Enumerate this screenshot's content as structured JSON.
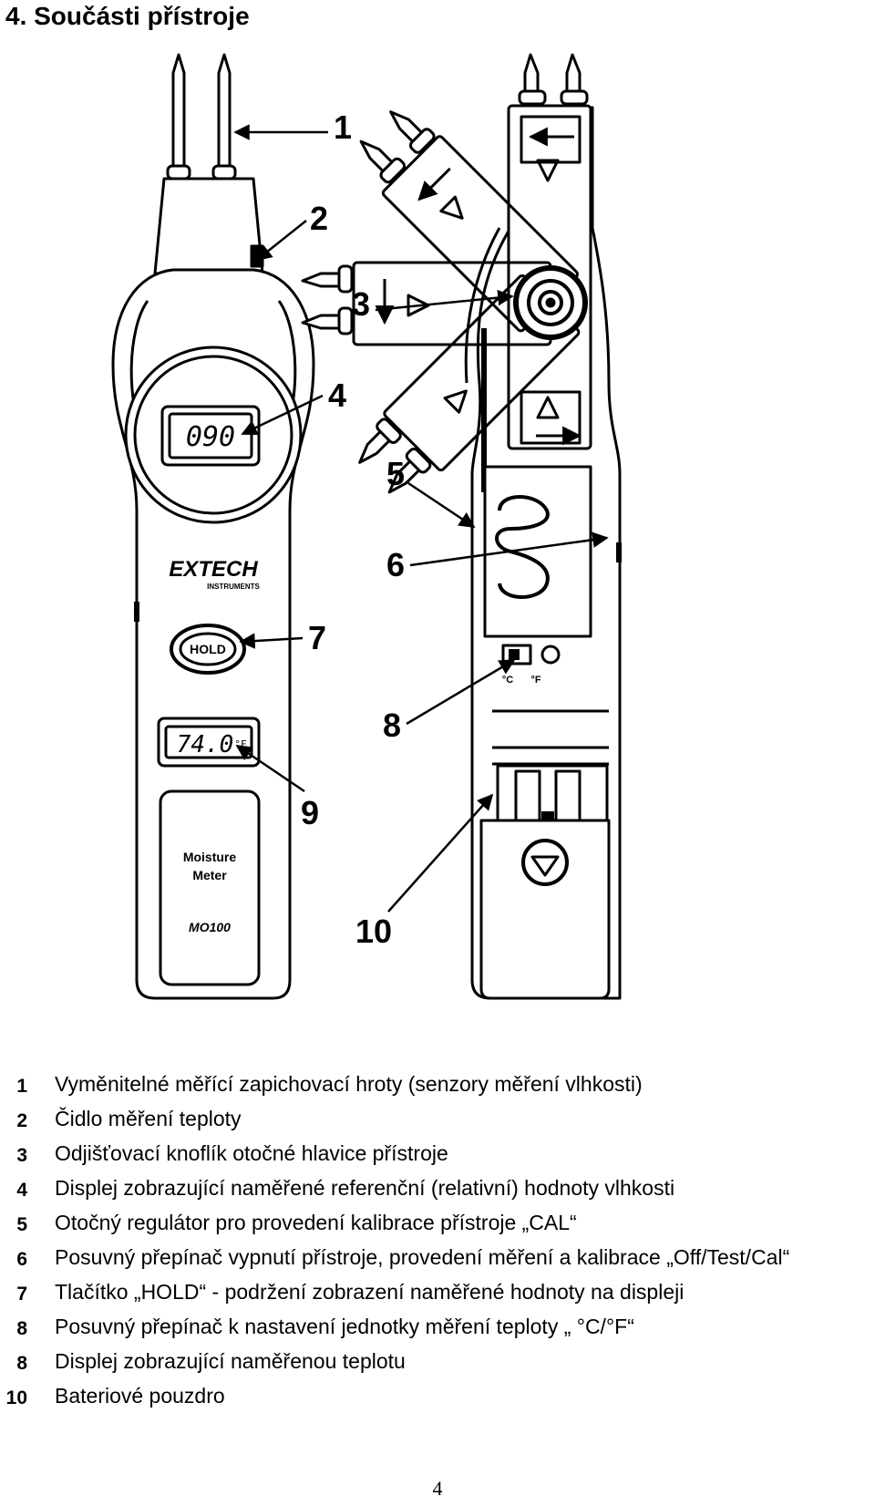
{
  "heading": "4. Součásti přístroje",
  "device": {
    "display_main": "090",
    "display_temp": "74.0",
    "display_temp_unit": "°F",
    "brand": "EXTECH",
    "brand_sub": "INSTRUMENTS",
    "hold_label": "HOLD",
    "panel_line1": "Moisture",
    "panel_line2": "Meter",
    "model": "MO100",
    "switch_c": "°C",
    "switch_f": "°F"
  },
  "callouts": [
    "1",
    "2",
    "3",
    "4",
    "5",
    "6",
    "7",
    "8",
    "9",
    "10"
  ],
  "legend": [
    {
      "num": "1",
      "text": "Vyměnitelné měřící zapichovací hroty (senzory měření vlhkosti)"
    },
    {
      "num": "2",
      "text": "Čidlo měření teploty"
    },
    {
      "num": "3",
      "text": "Odjišťovací knoflík otočné hlavice přístroje"
    },
    {
      "num": "4",
      "text": "Displej zobrazující naměřené referenční (relativní) hodnoty vlhkosti"
    },
    {
      "num": "5",
      "text": "Otočný regulátor pro provedení kalibrace přístroje „CAL“"
    },
    {
      "num": "6",
      "text": "Posuvný přepínač vypnutí přístroje, provedení měření a kalibrace „Off/Test/Cal“"
    },
    {
      "num": "7",
      "text": "Tlačítko „HOLD“ - podržení zobrazení naměřené hodnoty na displeji"
    },
    {
      "num": "8",
      "text": "Posuvný přepínač k nastavení jednotky měření teploty „ °C/°F“"
    },
    {
      "num": "8",
      "text": "Displej zobrazující naměřenou teplotu"
    },
    {
      "num": "10",
      "text": "Bateriové pouzdro"
    }
  ],
  "page_number": "4"
}
